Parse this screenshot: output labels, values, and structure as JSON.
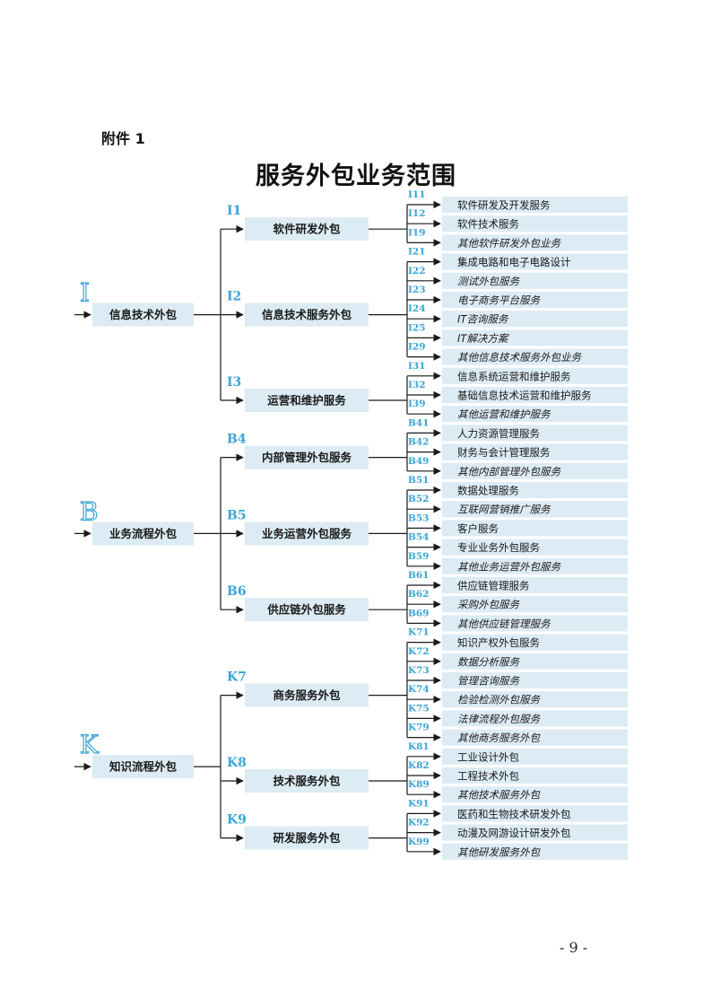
{
  "header": {
    "attachment": "附件 1"
  },
  "title": "服务外包业务范围",
  "footer": {
    "page_number": "- 9 -"
  },
  "colors": {
    "box_fill": "#dcebf4",
    "code_text": "#3aa5d6",
    "line": "#1a1a1a"
  },
  "categories": [
    {
      "letter": "I",
      "label": "信息技术外包",
      "subs": [
        {
          "code": "I1",
          "label": "软件研发外包",
          "items": [
            {
              "code": "I11",
              "label": "软件研发及开发服务"
            },
            {
              "code": "I12",
              "label": "软件技术服务"
            },
            {
              "code": "I19",
              "label": "其他软件研发外包业务",
              "italic": true
            }
          ]
        },
        {
          "code": "I2",
          "label": "信息技术服务外包",
          "items": [
            {
              "code": "I21",
              "label": "集成电路和电子电路设计"
            },
            {
              "code": "I22",
              "label": "测试外包服务",
              "italic": true
            },
            {
              "code": "I23",
              "label": "电子商务平台服务",
              "italic": true
            },
            {
              "code": "I24",
              "label": "IT咨询服务",
              "italic": true
            },
            {
              "code": "I25",
              "label": "IT解决方案",
              "italic": true
            },
            {
              "code": "I29",
              "label": "其他信息技术服务外包业务",
              "italic": true
            }
          ]
        },
        {
          "code": "I3",
          "label": "运营和维护服务",
          "items": [
            {
              "code": "I31",
              "label": "信息系统运营和维护服务"
            },
            {
              "code": "I32",
              "label": "基础信息技术运营和维护服务"
            },
            {
              "code": "I39",
              "label": "其他运营和维护服务",
              "italic": true
            }
          ]
        }
      ]
    },
    {
      "letter": "B",
      "label": "业务流程外包",
      "subs": [
        {
          "code": "B4",
          "label": "内部管理外包服务",
          "items": [
            {
              "code": "B41",
              "label": "人力资源管理服务"
            },
            {
              "code": "B42",
              "label": "财务与会计管理服务"
            },
            {
              "code": "B49",
              "label": "其他内部管理外包服务",
              "italic": true
            }
          ]
        },
        {
          "code": "B5",
          "label": "业务运营外包服务",
          "items": [
            {
              "code": "B51",
              "label": "数据处理服务"
            },
            {
              "code": "B52",
              "label": "互联网营销推广服务",
              "italic": true
            },
            {
              "code": "B53",
              "label": "客户服务"
            },
            {
              "code": "B54",
              "label": "专业业务外包服务"
            },
            {
              "code": "B59",
              "label": "其他业务运营外包服务",
              "italic": true
            }
          ]
        },
        {
          "code": "B6",
          "label": "供应链外包服务",
          "items": [
            {
              "code": "B61",
              "label": "供应链管理服务"
            },
            {
              "code": "B62",
              "label": "采购外包服务",
              "italic": true
            },
            {
              "code": "B69",
              "label": "其他供应链管理服务",
              "italic": true
            }
          ]
        }
      ]
    },
    {
      "letter": "K",
      "label": "知识流程外包",
      "subs": [
        {
          "code": "K7",
          "label": "商务服务外包",
          "items": [
            {
              "code": "K71",
              "label": "知识产权外包服务"
            },
            {
              "code": "K72",
              "label": "数据分析服务",
              "italic": true
            },
            {
              "code": "K73",
              "label": "管理咨询服务",
              "italic": true
            },
            {
              "code": "K74",
              "label": "检验检测外包服务",
              "italic": true
            },
            {
              "code": "K75",
              "label": "法律流程外包服务",
              "italic": true
            },
            {
              "code": "K79",
              "label": "其他商务服务外包",
              "italic": true
            }
          ]
        },
        {
          "code": "K8",
          "label": "技术服务外包",
          "items": [
            {
              "code": "K81",
              "label": "工业设计外包"
            },
            {
              "code": "K82",
              "label": "工程技术外包"
            },
            {
              "code": "K89",
              "label": "其他技术服务外包",
              "italic": true
            }
          ]
        },
        {
          "code": "K9",
          "label": "研发服务外包",
          "items": [
            {
              "code": "K91",
              "label": "医药和生物技术研发外包"
            },
            {
              "code": "K92",
              "label": "动漫及网游设计研发外包"
            },
            {
              "code": "K99",
              "label": "其他研发服务外包",
              "italic": true
            }
          ]
        }
      ]
    }
  ]
}
